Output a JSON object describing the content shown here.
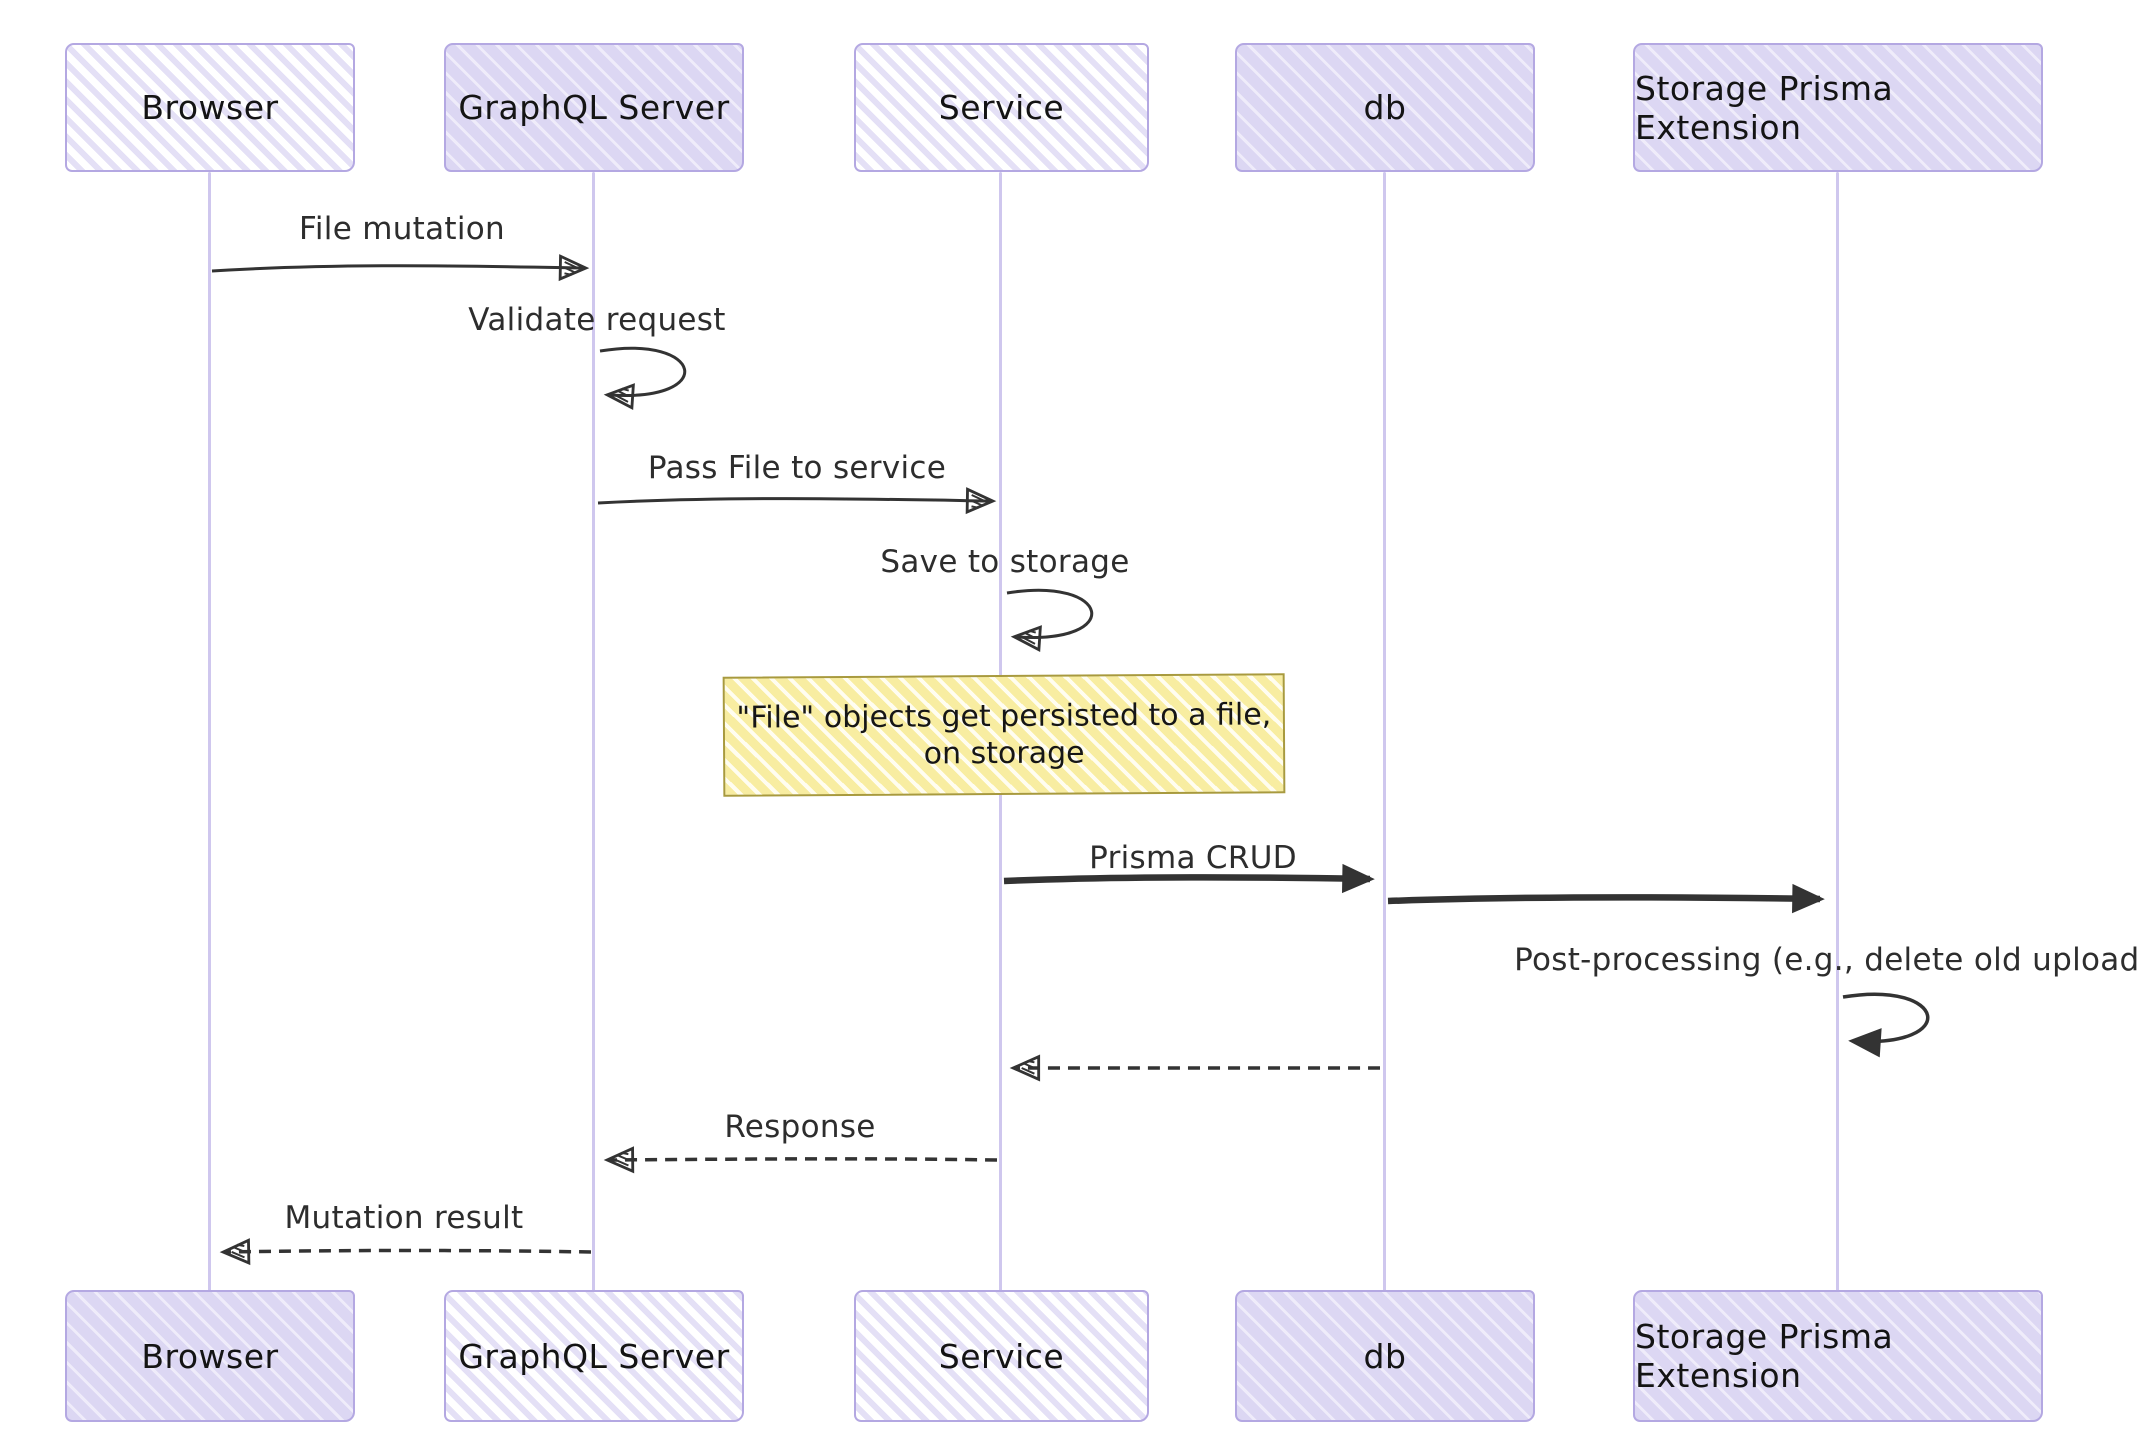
{
  "diagram": {
    "type": "sequence-diagram",
    "style": "hand-drawn",
    "background": "#ffffff",
    "colors": {
      "actor_fill_light": "#e4e0f6",
      "actor_fill_dense": "#dcd7f3",
      "actor_border": "#b4a8e2",
      "lifeline": "#cfc7ee",
      "arrow": "#333333",
      "text": "#2d2d2d",
      "note_fill": "#f8eda1",
      "note_border": "#a89a3e"
    },
    "actors": [
      {
        "id": "browser",
        "label": "Browser"
      },
      {
        "id": "graphql",
        "label": "GraphQL Server"
      },
      {
        "id": "service",
        "label": "Service"
      },
      {
        "id": "db",
        "label": "db"
      },
      {
        "id": "storage",
        "label": "Storage Prisma Extension"
      }
    ],
    "messages": [
      {
        "label": "File mutation",
        "from": "Browser",
        "to": "GraphQL Server",
        "line": "solid",
        "arrowhead": "open"
      },
      {
        "label": "Validate request",
        "from": "GraphQL Server",
        "to": "GraphQL Server",
        "line": "self",
        "arrowhead": "open"
      },
      {
        "label": "Pass File to service",
        "from": "GraphQL Server",
        "to": "Service",
        "line": "solid",
        "arrowhead": "open"
      },
      {
        "label": "Save to storage",
        "from": "Service",
        "to": "Service",
        "line": "self",
        "arrowhead": "open"
      },
      {
        "label": "Prisma CRUD",
        "from": "Service",
        "to": "db",
        "line": "solid-thick",
        "arrowhead": "filled"
      },
      {
        "label": "",
        "from": "db",
        "to": "Storage Prisma Extension",
        "line": "solid-thick",
        "arrowhead": "filled"
      },
      {
        "label": "Post-processing (e.g., delete old upload)",
        "from": "Storage Prisma Extension",
        "to": "Storage Prisma Extension",
        "line": "self",
        "arrowhead": "filled"
      },
      {
        "label": "",
        "from": "db",
        "to": "Service",
        "line": "dashed",
        "arrowhead": "open"
      },
      {
        "label": "Response",
        "from": "Service",
        "to": "GraphQL Server",
        "line": "dashed",
        "arrowhead": "open"
      },
      {
        "label": "Mutation result",
        "from": "GraphQL Server",
        "to": "Browser",
        "line": "dashed",
        "arrowhead": "open"
      }
    ],
    "note": {
      "anchor": "Service",
      "line1": "\"File\" objects get persisted to a file,",
      "line2": "on storage"
    }
  }
}
